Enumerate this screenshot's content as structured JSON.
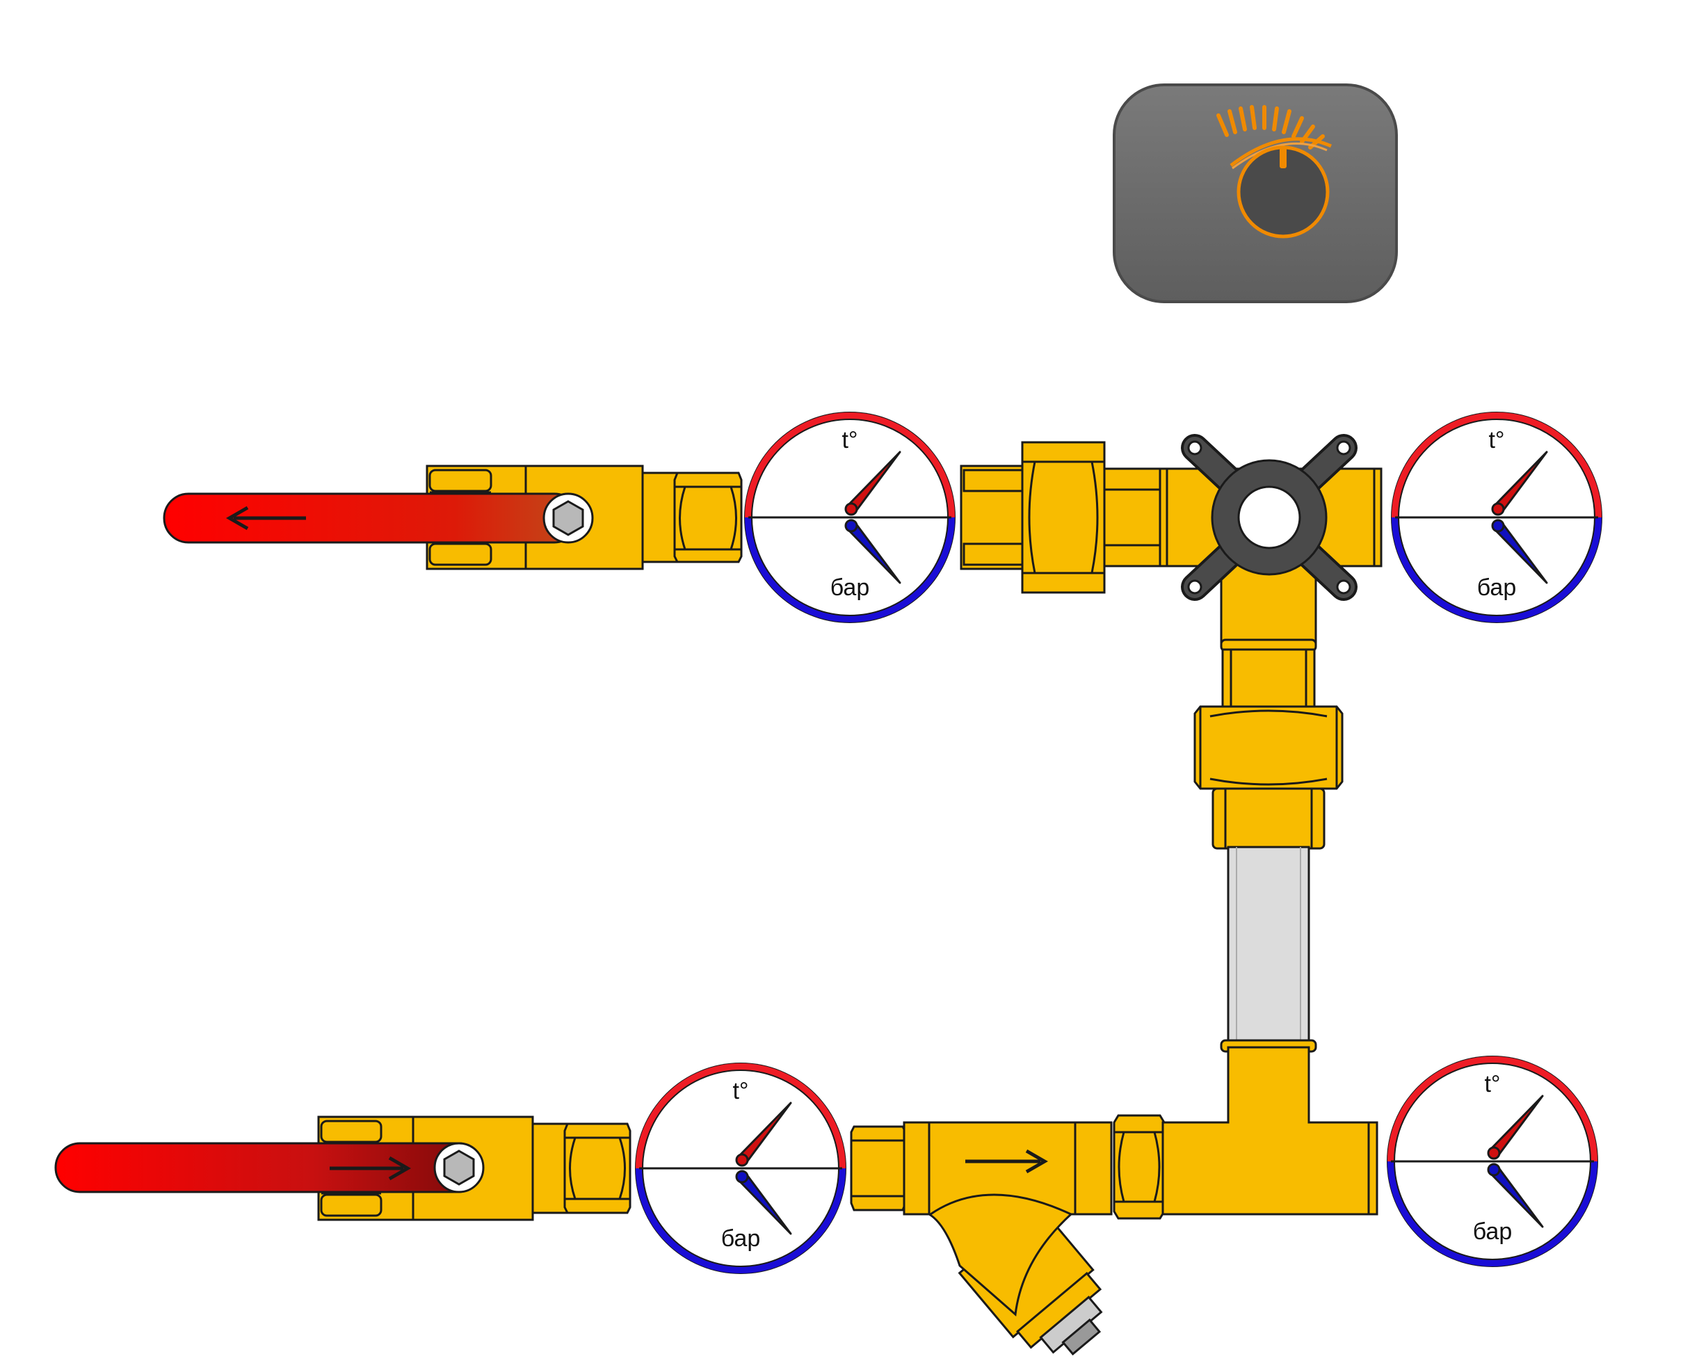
{
  "colors": {
    "brass": "#f8bc00",
    "outline": "#1a1a1a",
    "hot": "#ff0000",
    "hot_dark": "#8a0c0c",
    "gauge_temp": "#ee1c25",
    "gauge_pressure": "#1a0dd6",
    "controller_body": "#6b6b6b",
    "controller_accent": "#f08a00",
    "pipe_insert": "#dcdcdc",
    "crosspiece": "#4a4a4a"
  },
  "controller": {
    "icon": "thermostat-dial-icon"
  },
  "gauges": [
    {
      "id": "gauge-supply-1",
      "temp_label": "t°",
      "pressure_label": "бар"
    },
    {
      "id": "gauge-supply-2",
      "temp_label": "t°",
      "pressure_label": "бар"
    },
    {
      "id": "gauge-return-1",
      "temp_label": "t°",
      "pressure_label": "бар"
    },
    {
      "id": "gauge-return-2",
      "temp_label": "t°",
      "pressure_label": "бар"
    }
  ],
  "flow_arrows": {
    "supply_handle": "left-arrow-icon",
    "return_handle": "right-arrow-icon",
    "filter": "right-arrow-icon"
  }
}
